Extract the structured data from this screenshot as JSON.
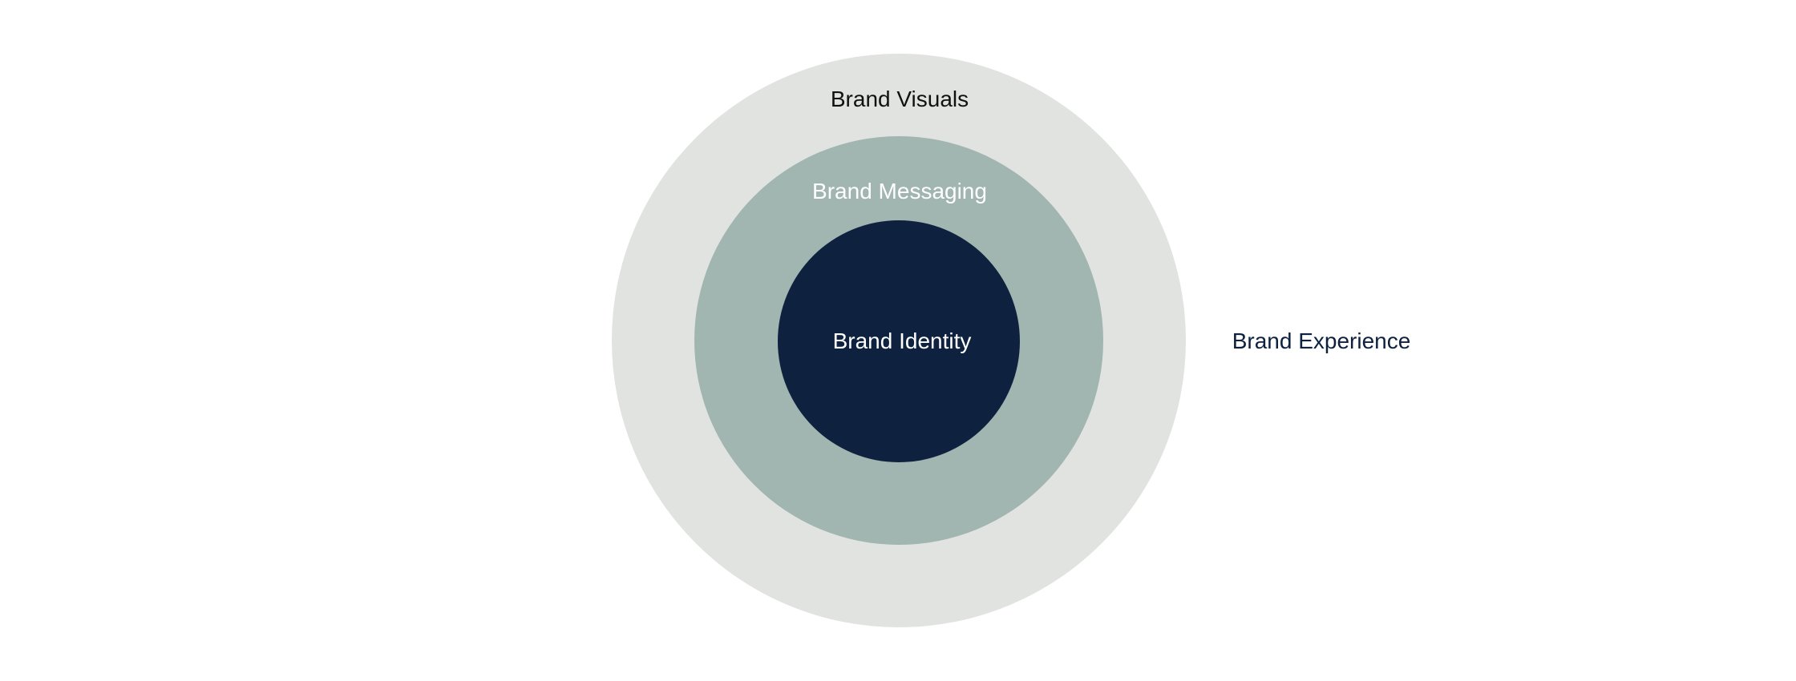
{
  "diagram": {
    "layers": [
      {
        "id": "outer",
        "label": "Brand Visuals",
        "fill": "#e1e3e0",
        "text_color": "#111111"
      },
      {
        "id": "middle",
        "label": "Brand Messaging",
        "fill": "#a1b5b1",
        "text_color": "#ffffff"
      },
      {
        "id": "inner",
        "label": "Brand Identity",
        "fill": "#0e223f",
        "text_color": "#ffffff"
      }
    ],
    "external_label": {
      "label": "Brand Experience",
      "text_color": "#0e223f"
    }
  }
}
